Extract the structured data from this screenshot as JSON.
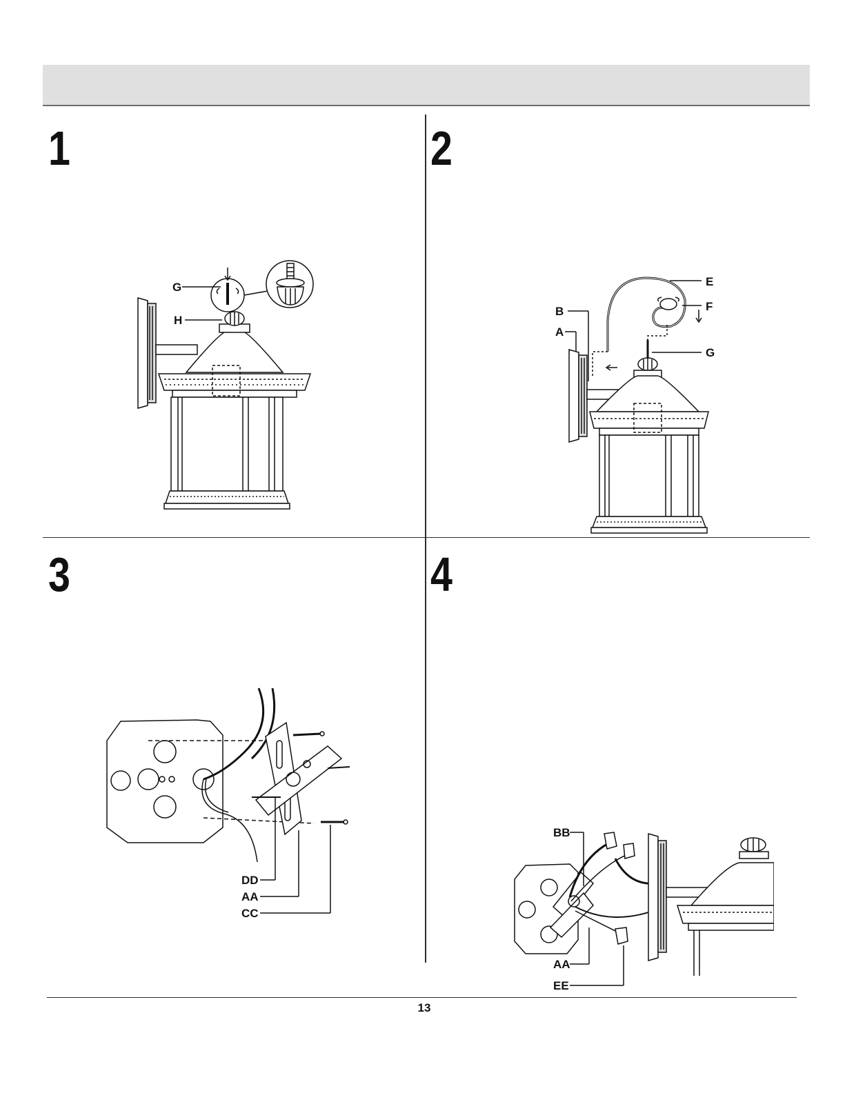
{
  "page_number": "13",
  "steps": [
    {
      "number": "1",
      "labels": {
        "g": "G",
        "h": "H"
      }
    },
    {
      "number": "2",
      "labels": {
        "e": "E",
        "f": "F",
        "b": "B",
        "a": "A",
        "g": "G"
      }
    },
    {
      "number": "3",
      "labels": {
        "dd": "DD",
        "aa": "AA",
        "cc": "CC"
      }
    },
    {
      "number": "4",
      "labels": {
        "bb": "BB",
        "aa": "AA",
        "ee": "EE"
      }
    }
  ]
}
